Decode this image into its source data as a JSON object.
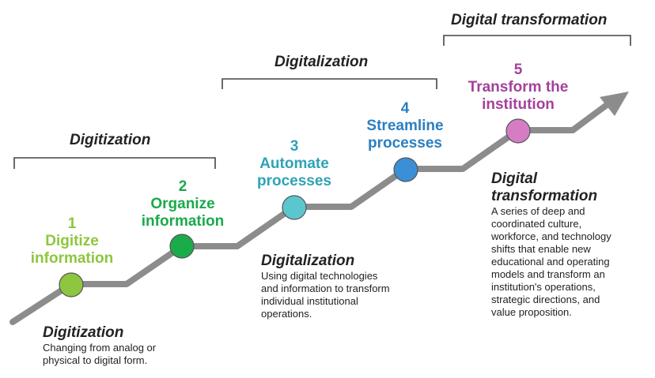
{
  "colors": {
    "path": "#8c8c8c",
    "bracket": "#444444",
    "step1": "#8dc63f",
    "step2": "#1aaa4b",
    "step3": "#2fa3b5",
    "step4": "#2b7fc1",
    "step5": "#a3419b",
    "node1": "#8dc63f",
    "node2": "#1aab4b",
    "node3": "#5cc6cf",
    "node4": "#3b8fd6",
    "node5": "#d67cc4"
  },
  "brackets": {
    "digitization": "Digitization",
    "digitalization": "Digitalization",
    "transformation": "Digital transformation"
  },
  "steps": [
    {
      "number": "1",
      "label": "Digitize\ninformation"
    },
    {
      "number": "2",
      "label": "Organize\ninformation"
    },
    {
      "number": "3",
      "label": "Automate\nprocesses"
    },
    {
      "number": "4",
      "label": "Streamline\nprocesses"
    },
    {
      "number": "5",
      "label": "Transform the\ninstitution"
    }
  ],
  "descriptions": {
    "digitization": {
      "title": "Digitization",
      "text": "Changing from analog or\nphysical  to digital form."
    },
    "digitalization": {
      "title": "Digitalization",
      "text": "Using digital technologies\nand information to transform\nindividual institutional\noperations."
    },
    "transformation": {
      "title": "Digital\ntransformation",
      "text": "A series of deep and\ncoordinated culture,\nworkforce, and technology\nshifts that enable new\neducational and operating\nmodels and transform an\ninstitution's operations,\nstrategic directions, and\nvalue proposition."
    }
  }
}
